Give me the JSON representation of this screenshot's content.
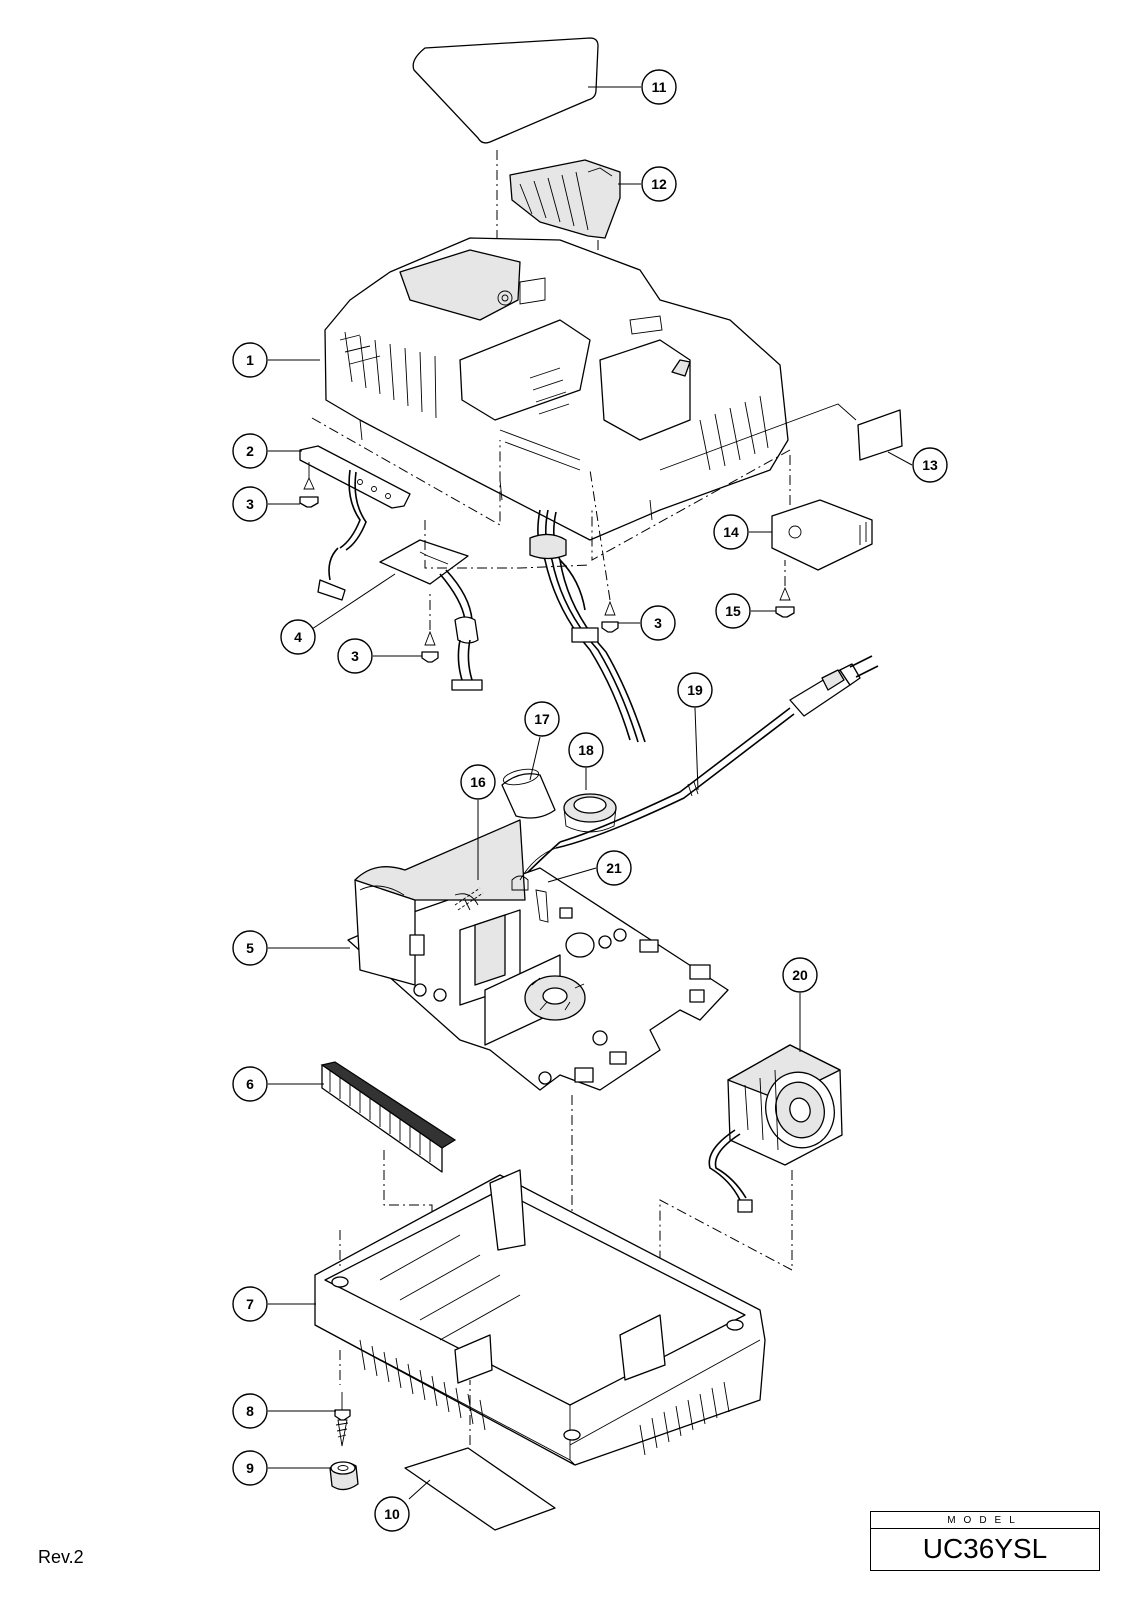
{
  "callouts": [
    {
      "id": "11",
      "label": "11"
    },
    {
      "id": "12",
      "label": "12"
    },
    {
      "id": "1",
      "label": "1"
    },
    {
      "id": "2",
      "label": "2"
    },
    {
      "id": "3a",
      "label": "3"
    },
    {
      "id": "13",
      "label": "13"
    },
    {
      "id": "14",
      "label": "14"
    },
    {
      "id": "4",
      "label": "4"
    },
    {
      "id": "3b",
      "label": "3"
    },
    {
      "id": "3c",
      "label": "3"
    },
    {
      "id": "15",
      "label": "15"
    },
    {
      "id": "19",
      "label": "19"
    },
    {
      "id": "17",
      "label": "17"
    },
    {
      "id": "16",
      "label": "16"
    },
    {
      "id": "18",
      "label": "18"
    },
    {
      "id": "21",
      "label": "21"
    },
    {
      "id": "5",
      "label": "5"
    },
    {
      "id": "20",
      "label": "20"
    },
    {
      "id": "6",
      "label": "6"
    },
    {
      "id": "7",
      "label": "7"
    },
    {
      "id": "8",
      "label": "8"
    },
    {
      "id": "9",
      "label": "9"
    },
    {
      "id": "10",
      "label": "10"
    }
  ],
  "model": {
    "label": "MODEL",
    "value": "UC36YSL"
  },
  "revision": "Rev.2"
}
